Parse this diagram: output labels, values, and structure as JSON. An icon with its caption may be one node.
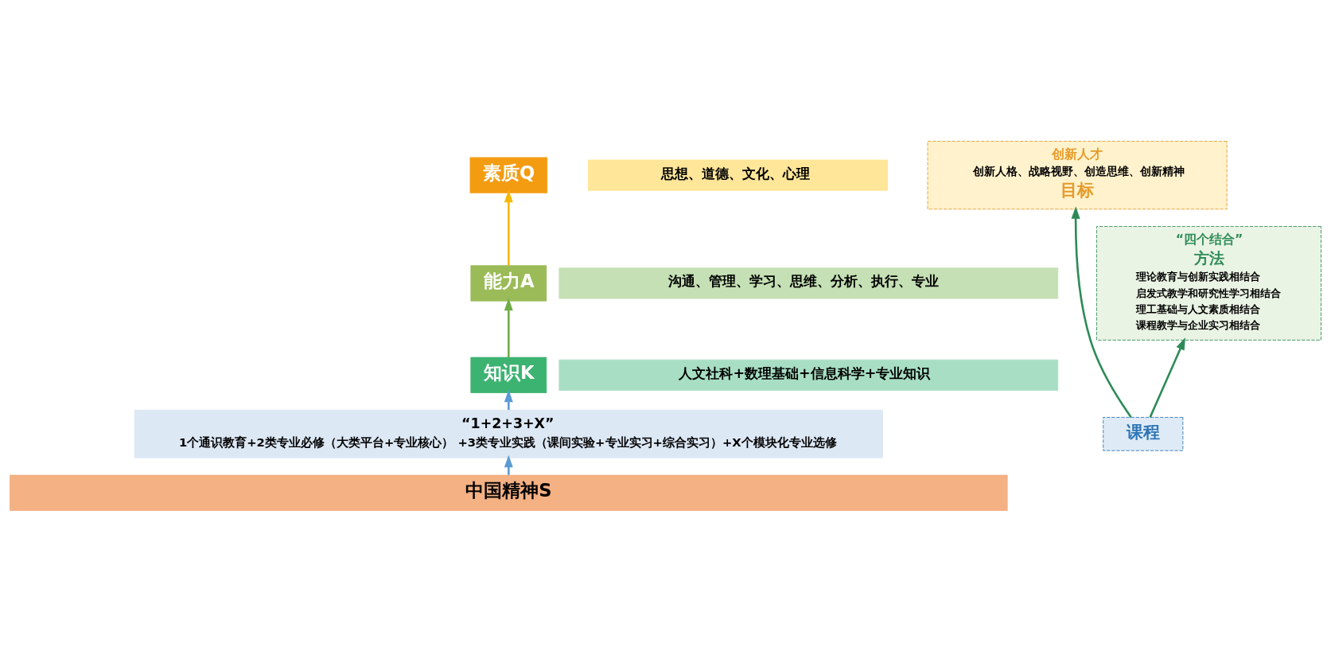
{
  "diagram": {
    "nodes": [
      {
        "text": [
          "素质Q"
        ]
      },
      {
        "text": [
          "思想、道德、文化、心理"
        ]
      },
      {
        "text": [
          "能力A"
        ]
      },
      {
        "text": [
          "沟通、管理、学习、思维、分析、执行、专业"
        ]
      },
      {
        "text": [
          "知识K"
        ]
      },
      {
        "text": [
          "人文社科+数理基础+信息科学+专业知识"
        ]
      },
      {
        "text": [
          "“1+2+3+X”",
          "1个通识教育+2类专业必修（大类平台+专业核心） +3类专业实践（课间实验+专业实习+综合实习）+X个模块化专业选修"
        ]
      },
      {
        "text": [
          "中国精神S"
        ]
      },
      {
        "text": [
          "创新人才",
          "创新人格、战略视野、创造思维、创新精神",
          "目标"
        ]
      },
      {
        "text": [
          "“四个结合”",
          "方法",
          "理论教育与创新实践相结合",
          "启发式教学和研究性学习相结合",
          "理工基础与人文素质相结合",
          "课程教学与企业实习相结合"
        ]
      },
      {
        "text": [
          "课程"
        ]
      }
    ],
    "edges": [
      {
        "from": 2,
        "to": 0,
        "arrow": "to",
        "color": "#f5b800"
      },
      {
        "from": 4,
        "to": 2,
        "arrow": "to",
        "color": "#70ad47"
      },
      {
        "from": 6,
        "to": 4,
        "arrow": "to",
        "color": "#5b9bd5"
      },
      {
        "from": 7,
        "to": 6,
        "arrow": "to",
        "color": "#5b9bd5"
      },
      {
        "from": 10,
        "to": 9,
        "arrow": "to",
        "color": "#2e8b57"
      },
      {
        "from": 10,
        "to": 8,
        "arrow": "to",
        "color": "#2e8b57"
      }
    ]
  }
}
